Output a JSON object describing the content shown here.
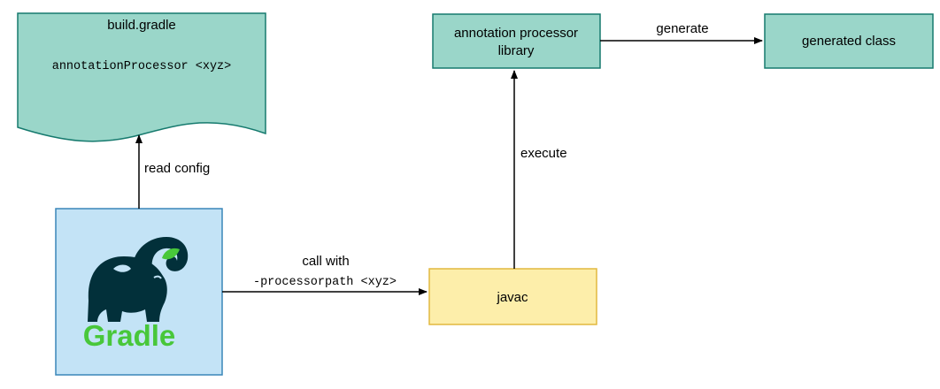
{
  "colors": {
    "teal_fill": "#9ad6c9",
    "teal_stroke": "#167a6e",
    "yellow_fill": "#fdeeaa",
    "yellow_stroke": "#e2b83f",
    "blue_fill": "#c3e3f6",
    "blue_stroke": "#3a86b8",
    "gradle_green": "#48c73a",
    "elephant": "#02303a"
  },
  "nodes": {
    "build_gradle": {
      "title": "build.gradle",
      "code": "annotationProcessor <xyz>"
    },
    "processor_library": {
      "line1": "annotation processor",
      "line2": "library"
    },
    "generated_class": {
      "label": "generated class"
    },
    "javac": {
      "label": "javac"
    },
    "gradle": {
      "logo_icon": "gradle-elephant-icon",
      "wordmark": "Gradle"
    }
  },
  "edges": {
    "read_config": {
      "label": "read config"
    },
    "execute": {
      "label": "execute"
    },
    "generate": {
      "label": "generate"
    },
    "call_with": {
      "label": "call with",
      "arg": "-processorpath <xyz>"
    }
  }
}
